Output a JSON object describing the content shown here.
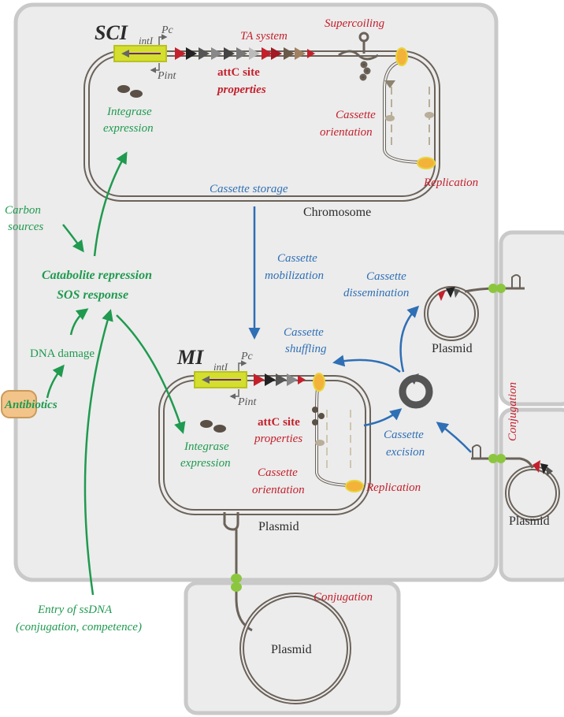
{
  "cells": {
    "main": {
      "sci_title": "SCI",
      "mi_title": "MI",
      "chromosome_label": "Chromosome",
      "plasmid_label": "Plasmid"
    },
    "right_top": {
      "plasmid_label": "Plasmid"
    },
    "right_bottom": {
      "plasmid_label": "Plasmid",
      "conjugation_label": "Conjugation"
    },
    "bottom": {
      "plasmid_label": "Plasmid",
      "conjugation_label": "Conjugation"
    }
  },
  "sci": {
    "intI": "intI",
    "Pc": "Pc",
    "Pint": "Pint",
    "ta_system": "TA system",
    "attc_line1": "attC site",
    "attc_line2": "properties",
    "supercoiling": "Supercoiling",
    "orientation_line1": "Cassette",
    "orientation_line2": "orientation",
    "replication": "Replication",
    "integrase_line1": "Integrase",
    "integrase_line2": "expression",
    "storage": "Cassette storage"
  },
  "mi": {
    "intI": "intI",
    "Pc": "Pc",
    "Pint": "Pint",
    "attc_line1": "attC site",
    "attc_line2": "properties",
    "orientation_line1": "Cassette",
    "orientation_line2": "orientation",
    "replication": "Replication",
    "integrase_line1": "Integrase",
    "integrase_line2": "expression"
  },
  "regulation": {
    "carbon_line1": "Carbon",
    "carbon_line2": "sources",
    "catabolite": "Catabolite repression",
    "sos": "SOS response",
    "dna_damage": "DNA damage",
    "antibiotics": "Antibiotics",
    "ssdna_line1": "Entry of ssDNA",
    "ssdna_line2": "(conjugation, competence)"
  },
  "dynamics": {
    "mobilization_line1": "Cassette",
    "mobilization_line2": "mobilization",
    "shuffling_line1": "Cassette",
    "shuffling_line2": "shuffling",
    "dissemination_line1": "Cassette",
    "dissemination_line2": "dissemination",
    "excision_line1": "Cassette",
    "excision_line2": "excision"
  },
  "colors": {
    "green": "#1f9a4f",
    "red": "#c4202c",
    "blue": "#2f6fb5",
    "cell_fill": "#ececec",
    "cell_border": "#c9c9c9",
    "gene_yellow": "#d4de2f",
    "orange": "#f3b23a",
    "pilus_green": "#8cc63f"
  }
}
